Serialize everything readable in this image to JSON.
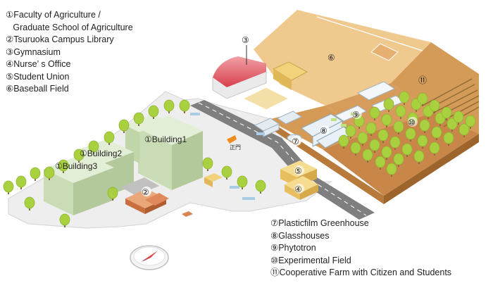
{
  "legend_top": [
    "①Faculty of Agriculture /",
    "   Graduate School of Agriculture",
    "②Tsuruoka Campus Library",
    "③Gymnasium",
    "④Nurse’ s Office",
    "⑤Student Union",
    "⑥Baseball Field"
  ],
  "legend_bottom": [
    "⑦Plasticfilm Greenhouse",
    "⑧Glasshouses",
    "⑨Phytotron",
    "⑩Experimental Field",
    "⑪Cooperative Farm with Citizen and Students"
  ],
  "map_labels": {
    "building1": "①Building1",
    "building2": "①Building2",
    "building3": "①Building3",
    "gate": "正門"
  },
  "markers": [
    "②",
    "③",
    "④",
    "⑤",
    "⑥",
    "⑦",
    "⑧",
    "⑨",
    "⑩",
    "⑪"
  ],
  "colors": {
    "field_light": "#f0c98e",
    "field_dark": "#d59a55",
    "field_side": "#b87a3a",
    "ground": "#eeeeee",
    "road": "#7f7f7f",
    "building_green": "#c9dcb6",
    "tree": "#a9d13f",
    "student_union": "#f2d27a",
    "library": "#d98b5c",
    "gym_roof": "#e2505b"
  }
}
